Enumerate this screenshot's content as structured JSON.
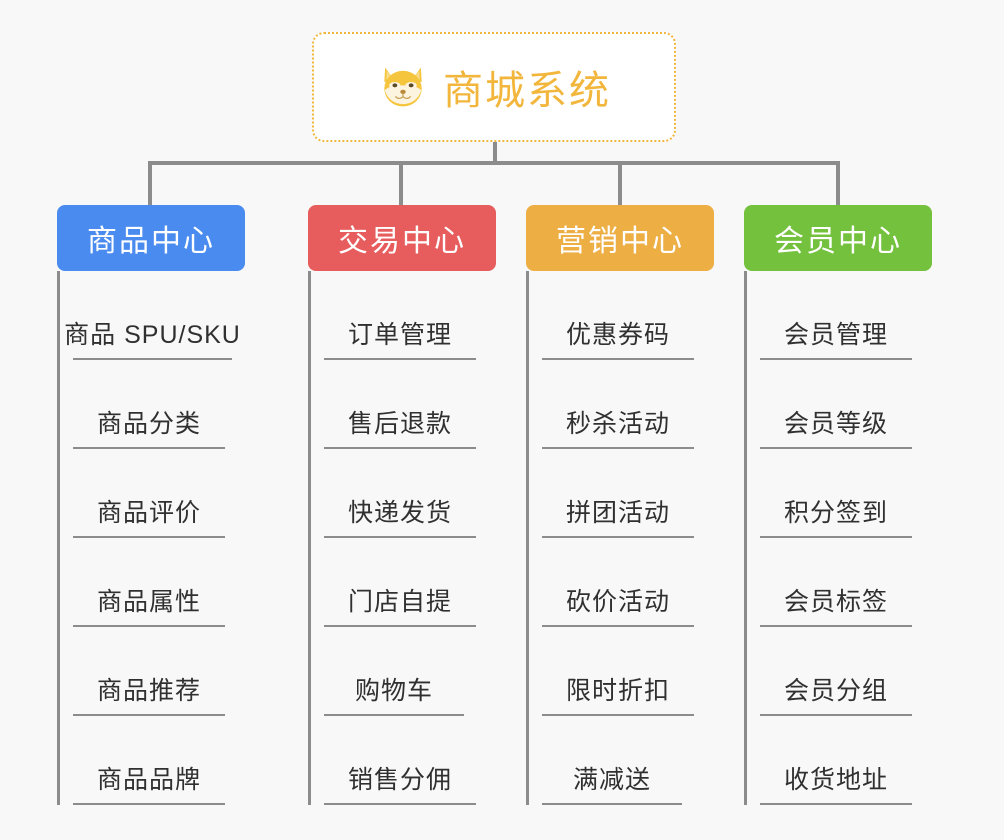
{
  "root": {
    "icon": "shiba-dog-face-icon",
    "title": "商城系统",
    "border_color": "#f2b63c",
    "text_color": "#f2b63c"
  },
  "canvas": {
    "background_color": "#f8f8f8",
    "connector_color": "#8c8c8c"
  },
  "columns": [
    {
      "label": "商品中心",
      "color": "#4a8bf0",
      "items": [
        "商品 SPU/SKU",
        "商品分类",
        "商品评价",
        "商品属性",
        "商品推荐",
        "商品品牌"
      ]
    },
    {
      "label": "交易中心",
      "color": "#e75c5c",
      "items": [
        "订单管理",
        "售后退款",
        "快递发货",
        "门店自提",
        "购物车",
        "销售分佣"
      ]
    },
    {
      "label": "营销中心",
      "color": "#edae44",
      "items": [
        "优惠券码",
        "秒杀活动",
        "拼团活动",
        "砍价活动",
        "限时折扣",
        "满减送"
      ]
    },
    {
      "label": "会员中心",
      "color": "#73c13d",
      "items": [
        "会员管理",
        "会员等级",
        "积分签到",
        "会员标签",
        "会员分组",
        "收货地址"
      ]
    }
  ]
}
